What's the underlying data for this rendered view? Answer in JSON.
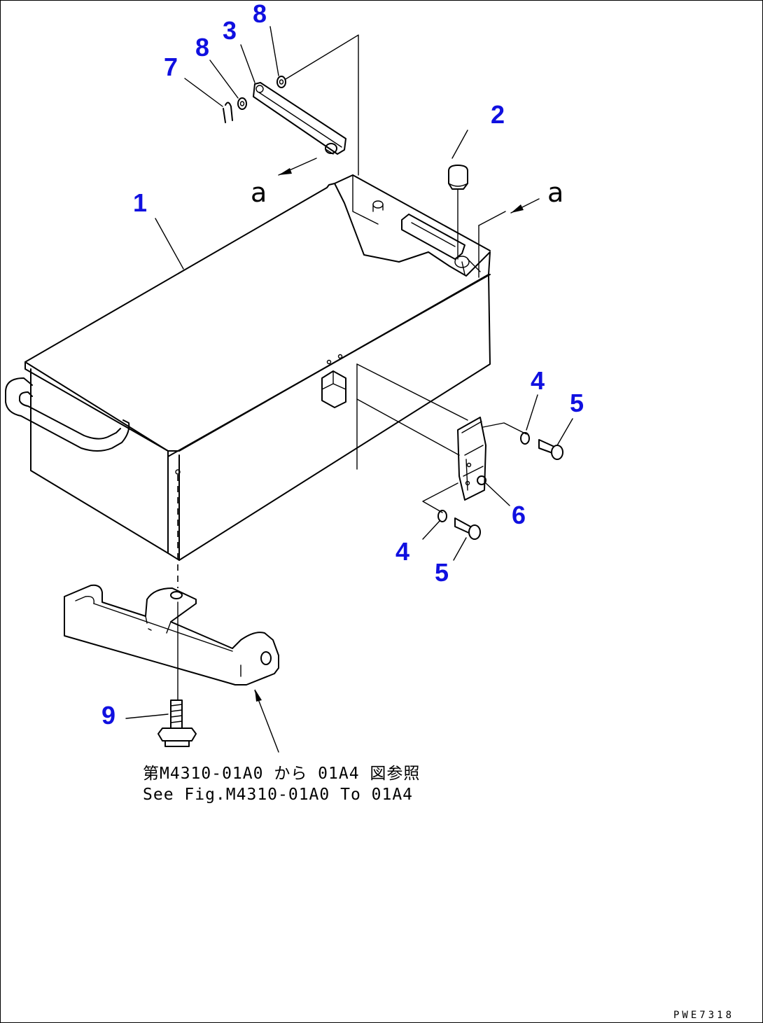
{
  "callouts": {
    "c1": "1",
    "c2": "2",
    "c3": "3",
    "c4a": "4",
    "c4b": "4",
    "c5a": "5",
    "c5b": "5",
    "c6": "6",
    "c7": "7",
    "c8a": "8",
    "c8b": "8",
    "c9": "9"
  },
  "view_labels": {
    "left": "a",
    "right": "a"
  },
  "note": {
    "japanese": "第M4310-01A0 から 01A4 図参照",
    "english": "See Fig.M4310-01A0 To 01A4"
  },
  "drawing_code": "PWE7318",
  "colors": {
    "callout": "#1010e0",
    "line": "#000000",
    "background": "#ffffff"
  }
}
